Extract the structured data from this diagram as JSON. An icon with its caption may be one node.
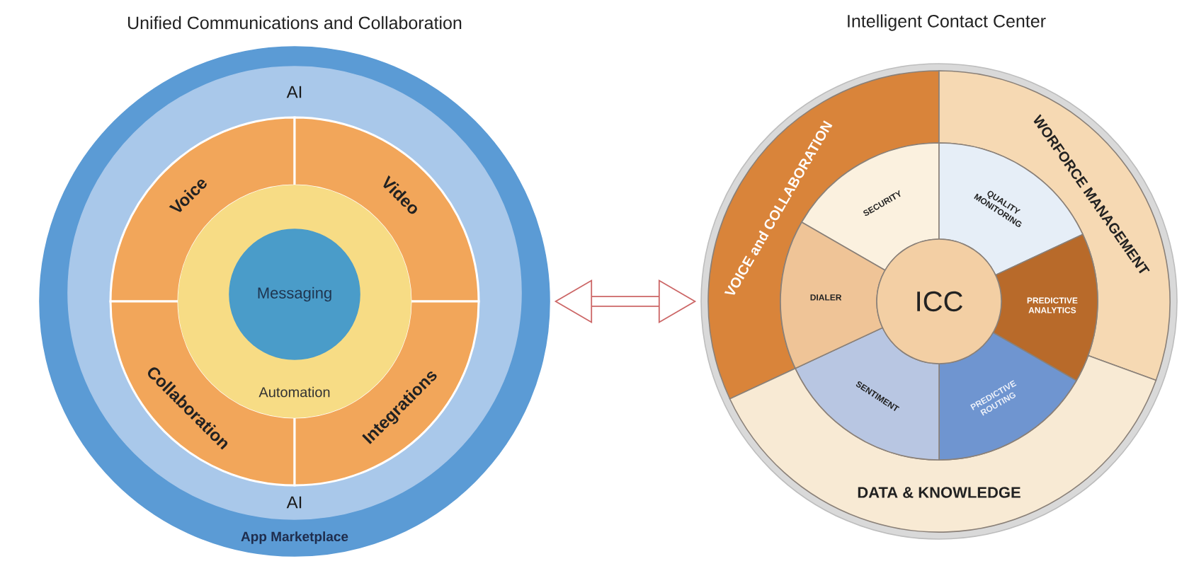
{
  "diagram": {
    "nodes": [
      {
        "text": [
          "Unified Communications and Collaboration",
          "App Marketplace"
        ]
      },
      {
        "text": [
          "AI",
          "AI"
        ],
        "in": 0
      },
      {
        "text": [
          "Voice"
        ],
        "in": 1
      },
      {
        "text": [
          "Video"
        ],
        "in": 1
      },
      {
        "text": [
          "Collaboration"
        ],
        "in": 1
      },
      {
        "text": [
          "Integrations"
        ],
        "in": 1
      },
      {
        "text": [
          "Automation"
        ],
        "in": 1
      },
      {
        "text": [
          "Messaging"
        ],
        "in": 6
      },
      {
        "text": [
          "Intelligent Contact Center"
        ]
      },
      {
        "text": [
          "VOICE and COLLABORATION"
        ],
        "in": 8
      },
      {
        "text": [
          "WORFORCE MANAGEMENT"
        ],
        "in": 8
      },
      {
        "text": [
          "DATA & KNOWLEDGE"
        ],
        "in": 8
      },
      {
        "text": [
          "SECURITY"
        ],
        "in": 8
      },
      {
        "text": [
          "QUALITY MONITORING"
        ],
        "in": 8
      },
      {
        "text": [
          "PREDICTIVE ANALYTICS"
        ],
        "in": 8
      },
      {
        "text": [
          "PREDICTIVE ROUTING"
        ],
        "in": 8
      },
      {
        "text": [
          "SENTIMENT"
        ],
        "in": 8
      },
      {
        "text": [
          "DIALER"
        ],
        "in": 8
      },
      {
        "text": [
          "ICC"
        ],
        "in": 8
      }
    ],
    "edges": [
      {
        "from": 0,
        "to": 8,
        "arrow": "both"
      }
    ]
  }
}
